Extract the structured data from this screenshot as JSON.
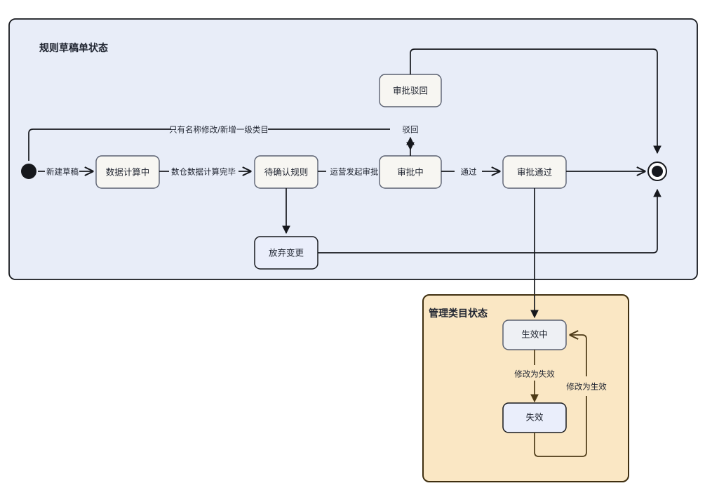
{
  "diagram": {
    "type": "state-diagram",
    "background": "#ffffff",
    "panels": [
      {
        "id": "draft-panel",
        "title": "规则草稿单状态",
        "fill": "#e8edf8",
        "stroke": "#16181d"
      },
      {
        "id": "category-panel",
        "title": "管理类目状态",
        "fill": "#fae7c4",
        "stroke": "#3f2f10"
      }
    ],
    "nodes": [
      {
        "id": "start",
        "label": "",
        "kind": "initial-state"
      },
      {
        "id": "data-computing",
        "label": "数据计算中",
        "kind": "state"
      },
      {
        "id": "pending-rule",
        "label": "待确认规则",
        "kind": "state"
      },
      {
        "id": "approving",
        "label": "审批中",
        "kind": "state"
      },
      {
        "id": "approved",
        "label": "审批通过",
        "kind": "state"
      },
      {
        "id": "rejected",
        "label": "审批驳回",
        "kind": "state"
      },
      {
        "id": "abandoned",
        "label": "放弃变更",
        "kind": "state"
      },
      {
        "id": "final",
        "label": "",
        "kind": "final-state"
      },
      {
        "id": "effective",
        "label": "生效中",
        "kind": "state"
      },
      {
        "id": "invalid",
        "label": "失效",
        "kind": "state"
      }
    ],
    "edges": [
      {
        "id": "e-new-draft",
        "label": "新建草稿",
        "from": "start",
        "to": "data-computing"
      },
      {
        "id": "e-dw-done",
        "label": "数仓数据计算完毕",
        "from": "data-computing",
        "to": "pending-rule"
      },
      {
        "id": "e-submit",
        "label": "运营发起审批",
        "from": "pending-rule",
        "to": "approving"
      },
      {
        "id": "e-pass",
        "label": "通过",
        "from": "approving",
        "to": "approved"
      },
      {
        "id": "e-reject",
        "label": "驳回",
        "from": "approving",
        "to": "rejected"
      },
      {
        "id": "e-name-only",
        "label": "只有名称修改/新增一级类目",
        "from": "start",
        "to": "approving"
      },
      {
        "id": "e-abandon",
        "label": "",
        "from": "pending-rule",
        "to": "abandoned"
      },
      {
        "id": "e-abandon-end",
        "label": "",
        "from": "abandoned",
        "to": "final"
      },
      {
        "id": "e-approved-end",
        "label": "",
        "from": "approved",
        "to": "final"
      },
      {
        "id": "e-reject-end",
        "label": "",
        "from": "rejected",
        "to": "final"
      },
      {
        "id": "e-take-effect",
        "label": "",
        "from": "approved",
        "to": "effective"
      },
      {
        "id": "e-to-invalid",
        "label": "修改为失效",
        "from": "effective",
        "to": "invalid"
      },
      {
        "id": "e-to-effective",
        "label": "修改为生效",
        "from": "invalid",
        "to": "effective"
      }
    ]
  }
}
